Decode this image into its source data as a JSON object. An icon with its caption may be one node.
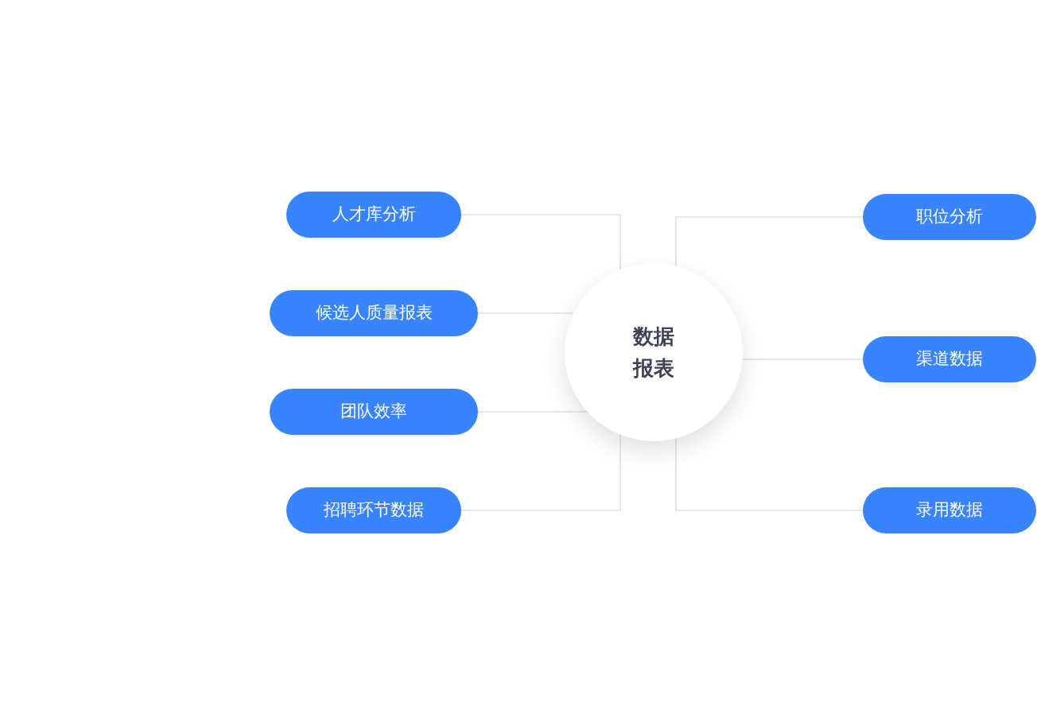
{
  "diagram": {
    "nodes": [
      {
        "text": [
          "数据报表"
        ]
      },
      {
        "text": [
          "人才库分析"
        ]
      },
      {
        "text": [
          "候选人质量报表"
        ]
      },
      {
        "text": [
          "团队效率"
        ]
      },
      {
        "text": [
          "招聘环节数据"
        ]
      },
      {
        "text": [
          "职位分析"
        ]
      },
      {
        "text": [
          "渠道数据"
        ]
      },
      {
        "text": [
          "录用数据"
        ]
      }
    ],
    "edges": [
      {
        "from": 0,
        "to": 1,
        "arrow": "none"
      },
      {
        "from": 0,
        "to": 2,
        "arrow": "none"
      },
      {
        "from": 0,
        "to": 3,
        "arrow": "none"
      },
      {
        "from": 0,
        "to": 4,
        "arrow": "none"
      },
      {
        "from": 0,
        "to": 5,
        "arrow": "none"
      },
      {
        "from": 0,
        "to": 6,
        "arrow": "none"
      },
      {
        "from": 0,
        "to": 7,
        "arrow": "none"
      }
    ]
  }
}
